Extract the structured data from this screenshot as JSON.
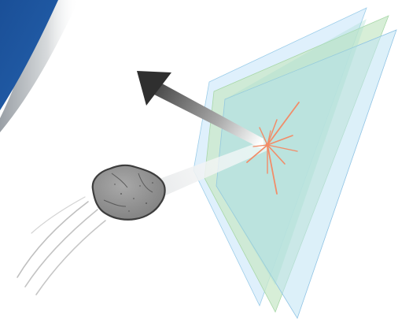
{
  "diagram": {
    "background": "#ffffff",
    "colors": {
      "corner_band": "#1f57a2",
      "corner_band_shadow": "#b9bec4",
      "glass_pane_back": "#d7ecfb",
      "glass_pane_middle": "#c9e8c9",
      "glass_pane_front": "#bfe3f4",
      "interlayer": "#a6dccf",
      "impact_burst": "#f28c68",
      "deflected_arrow_dark": "#3a3a3a",
      "incoming_trail_light": "#f1f3f4",
      "rock_fill": "#909090",
      "rock_stroke": "#3d3d3d",
      "motion_lines": "#b8b8b8"
    },
    "elements": {
      "corner_band": "decorative-corner-band",
      "glass_layers": [
        "glass-pane-back",
        "glass-pane-middle",
        "glass-pane-front"
      ],
      "projectile": "rock-icon",
      "impact": "impact-burst-icon",
      "deflection": "deflection-arrow",
      "trail": "incoming-trajectory-trail",
      "motion": "motion-lines"
    }
  }
}
